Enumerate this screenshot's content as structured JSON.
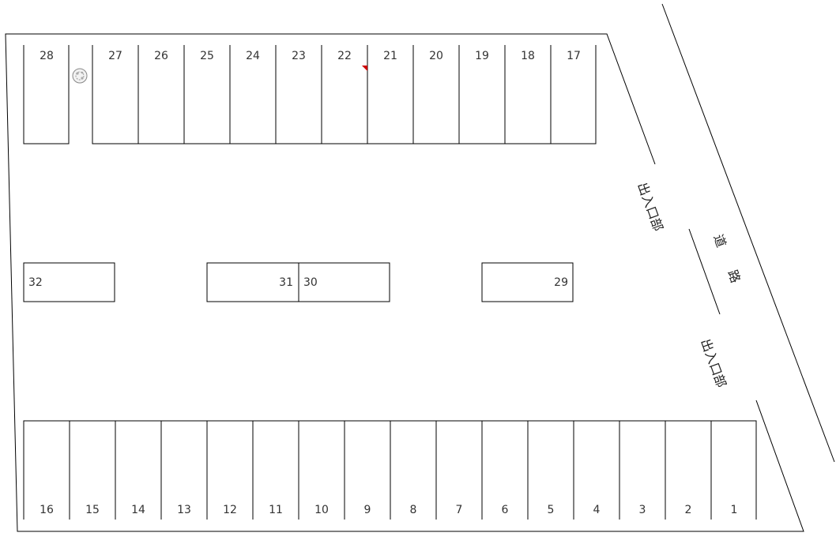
{
  "lot": {
    "top_row_spaces": [
      "28",
      "27",
      "26",
      "25",
      "24",
      "23",
      "22",
      "21",
      "20",
      "19",
      "18",
      "17"
    ],
    "middle_spaces": [
      "32",
      "31",
      "30",
      "29"
    ],
    "bottom_row_spaces": [
      "16",
      "15",
      "14",
      "13",
      "12",
      "11",
      "10",
      "9",
      "8",
      "7",
      "6",
      "5",
      "4",
      "3",
      "2",
      "1"
    ]
  },
  "entrance_upper": "出入口部",
  "entrance_lower": "出入口部",
  "road_label_1": "道",
  "road_label_2": "路",
  "colors": {
    "line": "#000000",
    "text": "#333333",
    "marker": "#cc0000",
    "tree": "#888888"
  },
  "icons": {
    "tree": "tree-icon",
    "marker": "marker-icon"
  }
}
